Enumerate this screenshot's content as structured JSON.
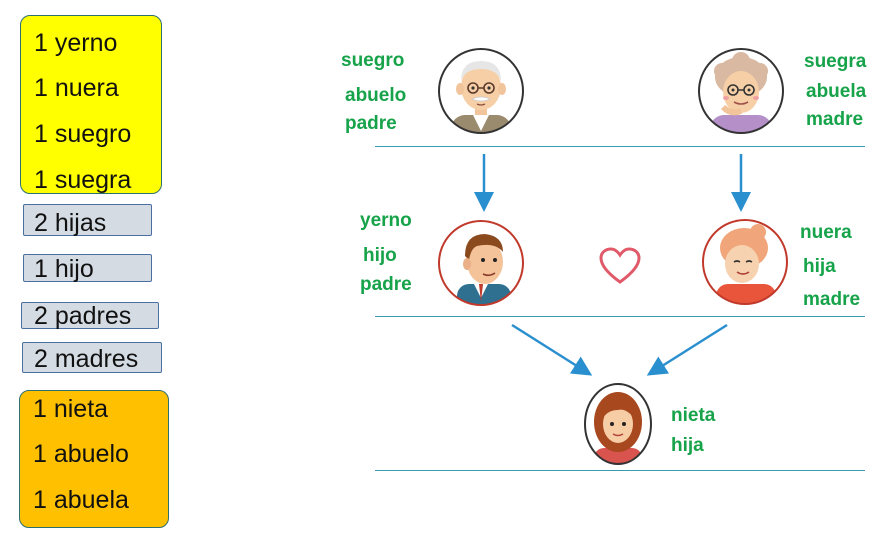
{
  "left_panel": {
    "box1": [
      "1 yerno",
      "1 nuera",
      "1 suegro",
      "1 suegra"
    ],
    "box2": [
      "2 hijas"
    ],
    "box3": [
      "1 hijo"
    ],
    "box4": [
      "2 padres"
    ],
    "box5": [
      "2 madres"
    ],
    "box6": [
      "1 nieta",
      "1 abuelo",
      "1 abuela"
    ]
  },
  "tree": {
    "grandfather": [
      "suegro",
      "abuelo",
      "padre"
    ],
    "grandmother": [
      "suegra",
      "abuela",
      "madre"
    ],
    "son": [
      "yerno",
      "hijo",
      "padre"
    ],
    "daughter_in_law": [
      "nuera",
      "hija",
      "madre"
    ],
    "granddaughter": [
      "nieta",
      "hija"
    ]
  },
  "colors": {
    "label_green": "#16a34a",
    "box_yellow": "#ffff00",
    "box_gray": "#d4dbe3",
    "box_orange": "#ffc000",
    "arrow_blue": "#2a8fcf"
  },
  "icons": [
    "grandfather-avatar",
    "grandmother-avatar",
    "man-avatar",
    "woman-avatar",
    "girl-avatar",
    "heart-icon"
  ]
}
